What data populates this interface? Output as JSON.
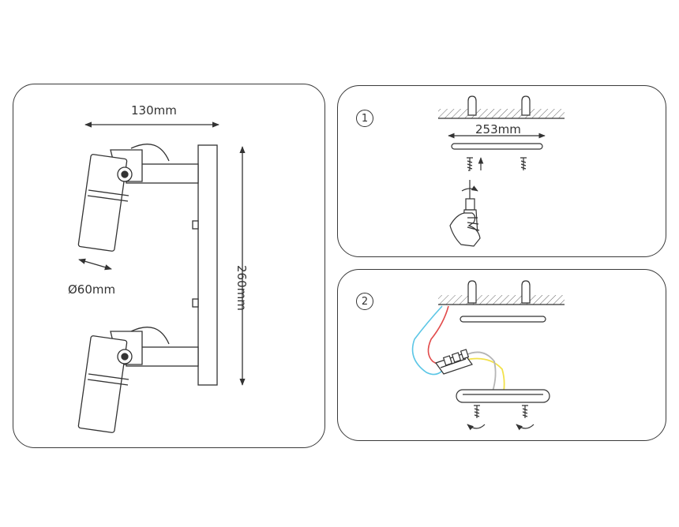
{
  "dimensions": {
    "width_label": "130mm",
    "diameter_label": "Ø60mm",
    "height_label": "260mm"
  },
  "step_1": {
    "number": "1",
    "mounting_spacing_label": "253mm"
  },
  "step_2": {
    "number": "2"
  },
  "wire_colors": {
    "blue": "#5bc6e6",
    "red": "#e24b4b",
    "yellow": "#f2e14a",
    "gray": "#b5b5b5"
  }
}
